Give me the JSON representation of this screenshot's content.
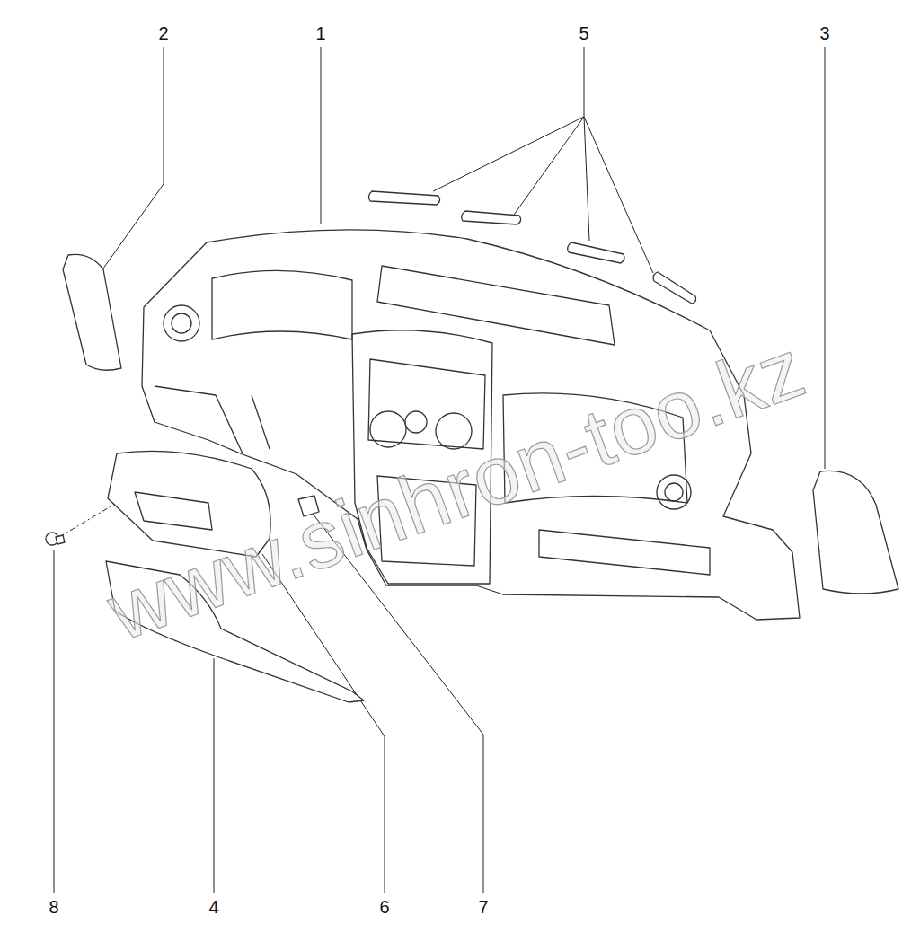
{
  "diagram": {
    "labels": [
      "2",
      "1",
      "5",
      "3",
      "8",
      "4",
      "6",
      "7",
      "www.sinhron-too.kz"
    ]
  }
}
